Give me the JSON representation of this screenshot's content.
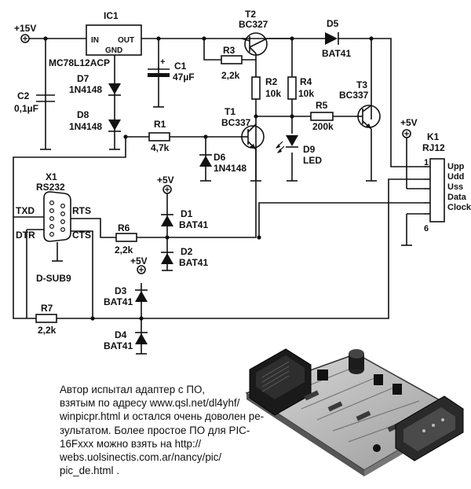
{
  "labels": {
    "supply_plus15": "+15V",
    "ic1_name": "IC1",
    "ic1_in": "IN",
    "ic1_out": "OUT",
    "ic1_gnd": "GND",
    "ic1_part": "MC78L12ACP",
    "t2_name": "T2",
    "t2_part": "BC327",
    "d5_name": "D5",
    "d5_part": "BAT41",
    "c2_name": "C2",
    "c2_value": "0,1µF",
    "c1_name": "C1",
    "c1_value": "47µF",
    "c1_polarity": "+",
    "r3_name": "R3",
    "r3_value": "2,2k",
    "d7_name": "D7",
    "d7_part": "1N4148",
    "d8_name": "D8",
    "d8_part": "1N4148",
    "r2_name": "R2",
    "r2_value": "10k",
    "r4_name": "R4",
    "r4_value": "10k",
    "t3_name": "T3",
    "t3_part": "BC337",
    "r5_name": "R5",
    "r5_value": "200k",
    "t1_name": "T1",
    "t1_part": "BC337",
    "r1_name": "R1",
    "r1_value": "4,7k",
    "d6_name": "D6",
    "d6_part": "1N4148",
    "d9_name": "D9",
    "d9_part": "LED",
    "supply_plus5_k1": "+5V",
    "k1_name": "K1",
    "k1_part": "RJ12",
    "k1_pin1": "1",
    "k1_pin6": "6",
    "k1_upp": "Upp",
    "k1_udd": "Udd",
    "k1_uss": "Uss",
    "k1_data": "Data",
    "k1_clock": "Clock",
    "x1_name": "X1",
    "x1_part": "RS232",
    "x1_txd": "TXD",
    "x1_rts": "RTS",
    "x1_dtr": "DTR",
    "x1_cts": "CTS",
    "x1_type": "D-SUB9",
    "supply_plus5_d1": "+5V",
    "d1_name": "D1",
    "d1_part": "BAT41",
    "d2_name": "D2",
    "d2_part": "BAT41",
    "r6_name": "R6",
    "r6_value": "2,2k",
    "supply_plus5_d3": "+5V",
    "d3_name": "D3",
    "d3_part": "BAT41",
    "d4_name": "D4",
    "d4_part": "BAT41",
    "r7_name": "R7",
    "r7_value": "2,2k"
  },
  "note": {
    "lines": [
      "Автор испытал адаптер с ПО,",
      "взятым по адресу www.qsl.net/dl4yhf/",
      "winpicpr.html и остался очень доволен ре-",
      "зультатом. Более простое ПО для PIC-",
      "16Fxxx  можно  взять  на  http://",
      "webs.uolsinectis.com.ar/nancy/pic/",
      "pic_de.html ."
    ]
  }
}
